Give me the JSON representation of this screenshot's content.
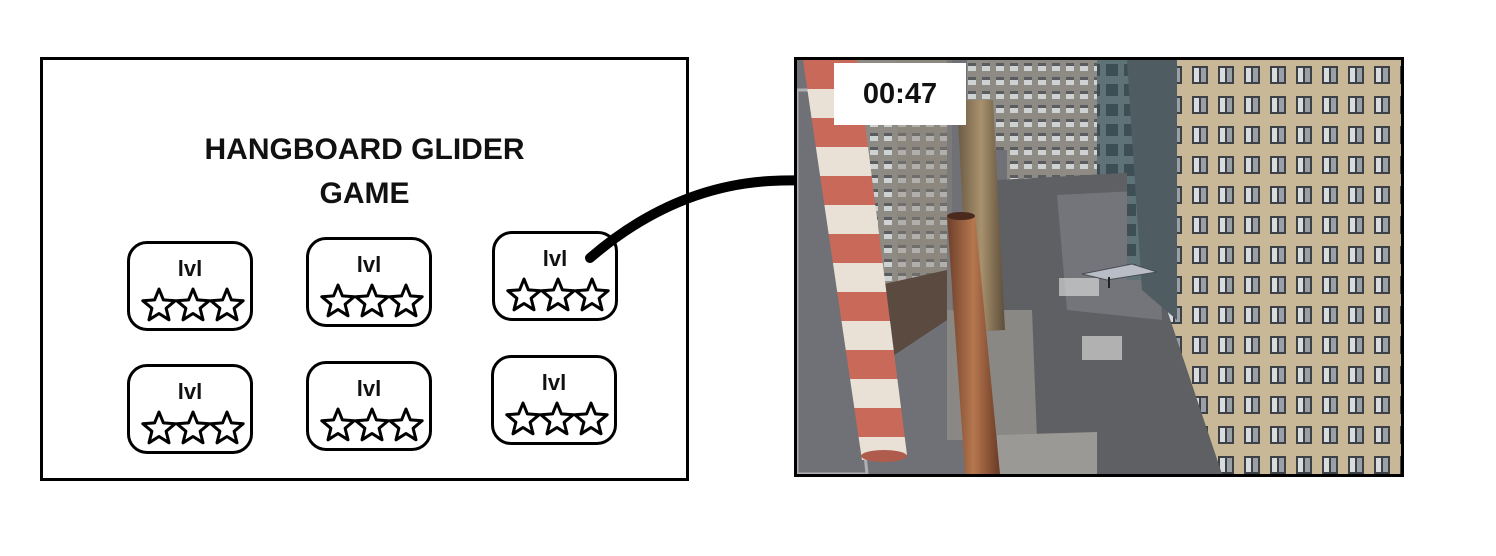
{
  "menu": {
    "title_line1": "HANGBOARD GLIDER",
    "title_line2": "GAME",
    "levels": [
      {
        "label": "lvl",
        "stars": 3
      },
      {
        "label": "lvl",
        "stars": 3
      },
      {
        "label": "lvl",
        "stars": 3
      },
      {
        "label": "lvl",
        "stars": 3
      },
      {
        "label": "lvl",
        "stars": 3
      },
      {
        "label": "lvl",
        "stars": 3
      }
    ]
  },
  "gameplay": {
    "timer": "00:47"
  },
  "colors": {
    "outline": "#000000",
    "background": "#ffffff",
    "chimney_red": "#c9695a",
    "chimney_white": "#e9e1d6",
    "chimney_rust": "#9c5e3f",
    "building_beige": "#c2b294",
    "street_grey": "#5f6063"
  }
}
